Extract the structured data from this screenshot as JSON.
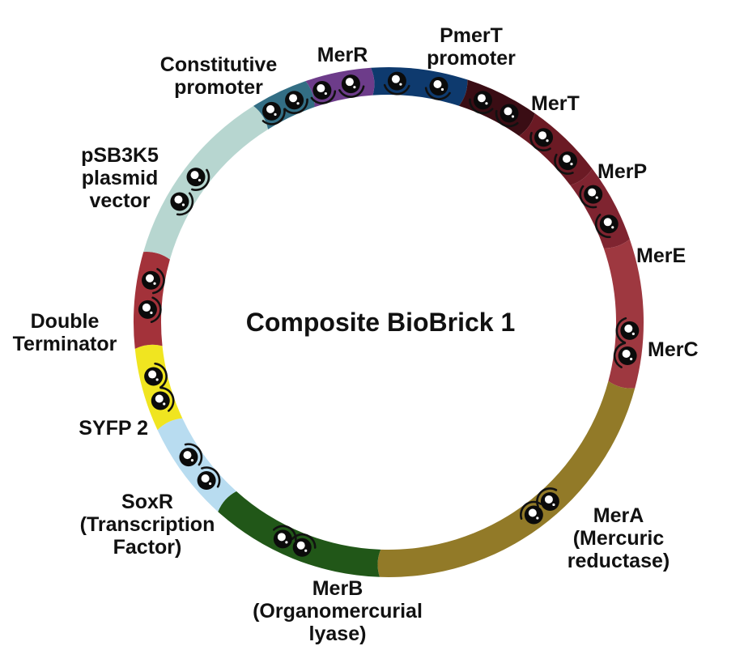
{
  "title": "Composite BioBrick 1",
  "segments": [
    {
      "id": "pmert-promoter",
      "label_lines": [
        "PmerT",
        "promoter"
      ],
      "color": "#0e3a6e"
    },
    {
      "id": "mert",
      "label_lines": [
        "MerT"
      ],
      "color": "#3a0d14"
    },
    {
      "id": "merp",
      "label_lines": [
        "MerP"
      ],
      "color": "#6b1a24"
    },
    {
      "id": "mere",
      "label_lines": [
        "MerE"
      ],
      "color": "#7f2430"
    },
    {
      "id": "merc",
      "label_lines": [
        "MerC"
      ],
      "color": "#9e3840"
    },
    {
      "id": "mera",
      "label_lines": [
        "MerA",
        "(Mercuric",
        "reductase)"
      ],
      "color": "#927a28"
    },
    {
      "id": "merb",
      "label_lines": [
        "MerB",
        "(Organomercurial",
        "lyase)"
      ],
      "color": "#215718"
    },
    {
      "id": "soxr",
      "label_lines": [
        "SoxR",
        "(Transcription",
        "Factor)"
      ],
      "color": "#b8dcf0"
    },
    {
      "id": "syfp2",
      "label_lines": [
        "SYFP 2"
      ],
      "color": "#f0e520"
    },
    {
      "id": "double-terminator",
      "label_lines": [
        "Double",
        "Terminator"
      ],
      "color": "#a3323a"
    },
    {
      "id": "psb3k5-plasmid-vector",
      "label_lines": [
        "pSB3K5",
        "plasmid",
        "vector"
      ],
      "color": "#b7d6d0"
    },
    {
      "id": "constitutive-promoter",
      "label_lines": [
        "Constitutive",
        "promoter"
      ],
      "color": "#336e84"
    },
    {
      "id": "merr",
      "label_lines": [
        "MerR"
      ],
      "color": "#6d3c8a"
    }
  ]
}
